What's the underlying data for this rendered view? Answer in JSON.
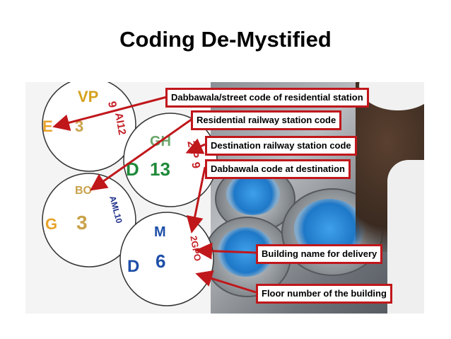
{
  "title": "Coding De-Mystified",
  "labels": {
    "l1": "Dabbawala/street code of residential station",
    "l2": "Residential railway station code",
    "l3": "Destination railway station code",
    "l4": "Dabbawala code at destination",
    "l5": "Building name for delivery",
    "l6": "Floor number of the building"
  },
  "circle1": {
    "top": "VP",
    "left": "E",
    "center": "3",
    "side1": "9",
    "side2": "AI12"
  },
  "circle2": {
    "top": "GH",
    "left": "D",
    "center": "13",
    "side1": "2",
    "side2": "P",
    "side3": "9"
  },
  "circle3": {
    "top": "BO",
    "left": "G",
    "center": "3",
    "side": "AML10"
  },
  "circle4": {
    "top": "M",
    "left": "D",
    "center": "6",
    "side": "2GPO"
  },
  "colors": {
    "arrow": "#c0171b",
    "label_border": "#c0171b"
  }
}
